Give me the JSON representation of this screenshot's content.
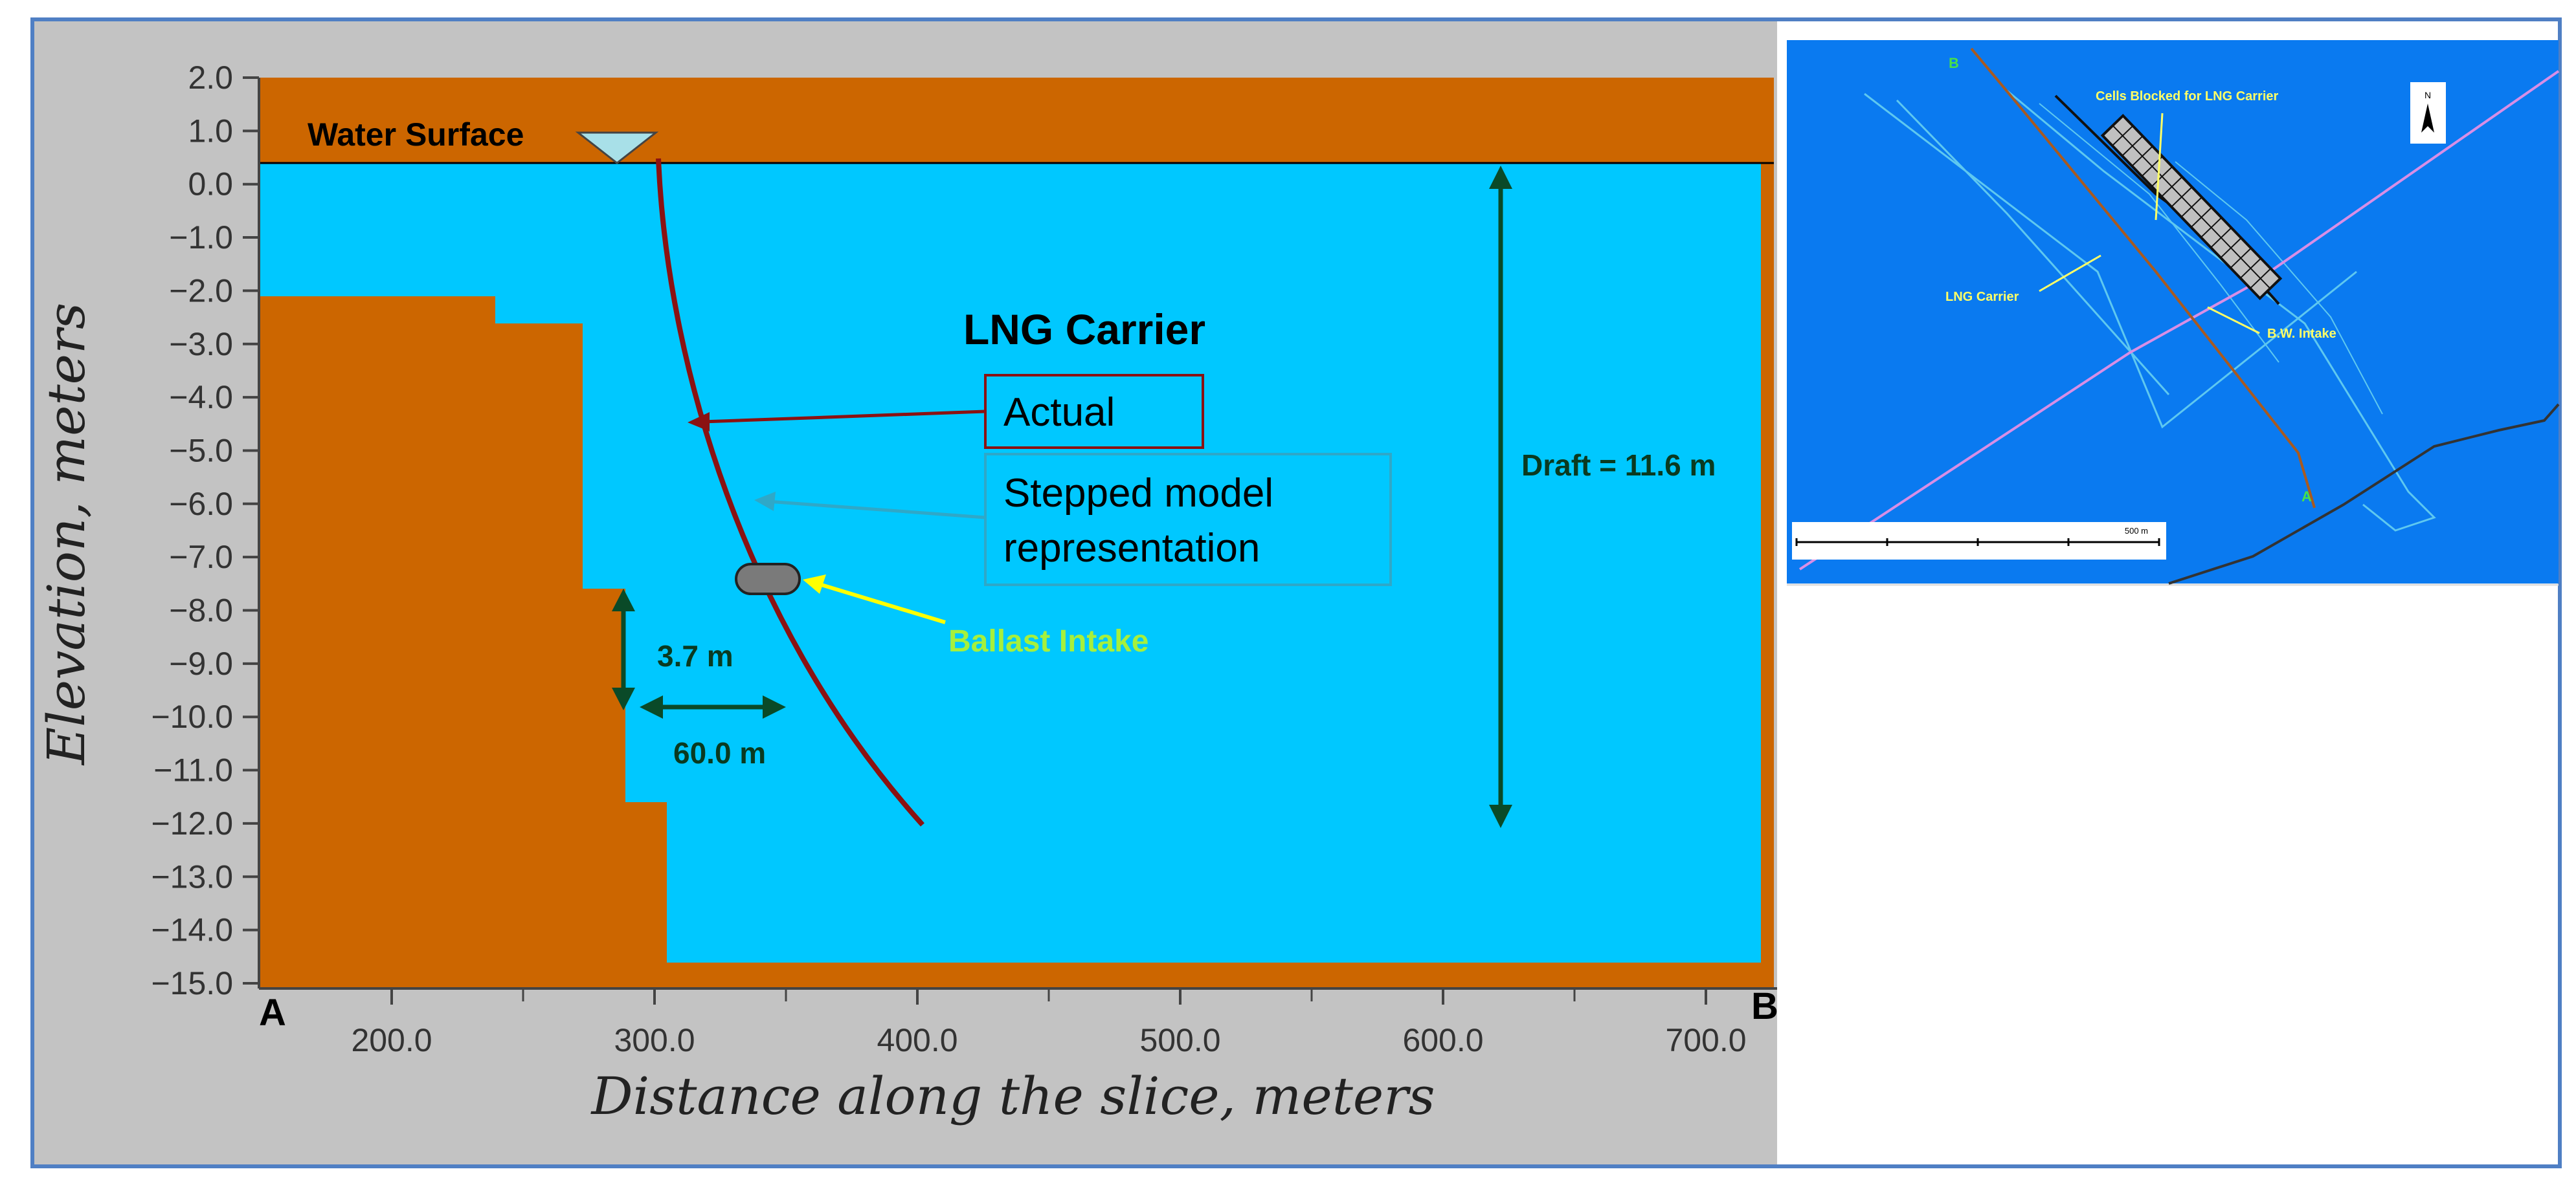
{
  "colors": {
    "panel_bg": "#c3c3c3",
    "ground": "#cc6600",
    "water": "#00c8ff",
    "frame_border": "#4f7fc4",
    "hull_curve": "#8b1212",
    "stepped_arrow": "#2fa8c8",
    "dimension": "#0a4a28",
    "ballast_text": "#a6f03c",
    "ballast_arrow": "#ffff00",
    "map_bg": "#0a7af0",
    "map_label": "#ffff66"
  },
  "main_chart": {
    "y_label": "Elevation, meters",
    "x_label": "Distance along the slice, meters",
    "y_ticks": [
      "2.0",
      "1.0",
      "0.0",
      "−1.0",
      "−2.0",
      "−3.0",
      "−4.0",
      "−5.0",
      "−6.0",
      "−7.0",
      "−8.0",
      "−9.0",
      "−10.0",
      "−11.0",
      "−12.0",
      "−13.0",
      "−14.0",
      "−15.0"
    ],
    "x_ticks": [
      "200.0",
      "300.0",
      "400.0",
      "500.0",
      "600.0",
      "700.0"
    ],
    "endpoint_a": "A",
    "endpoint_b": "B"
  },
  "annotations": {
    "water_surface": "Water Surface",
    "lng_carrier": "LNG Carrier",
    "actual": "Actual",
    "stepped_line1": "Stepped model",
    "stepped_line2": "representation",
    "ballast_intake": "Ballast Intake",
    "vertical_dim": "3.7 m",
    "horizontal_dim": "60.0 m",
    "draft": "Draft = 11.6 m"
  },
  "map_inset": {
    "label_b": "B",
    "label_a": "A",
    "cells_blocked": "Cells Blocked for LNG Carrier",
    "lng_carrier": "LNG Carrier",
    "bw_intake": "B.W. Intake",
    "north": "N",
    "scale": "500 m"
  }
}
